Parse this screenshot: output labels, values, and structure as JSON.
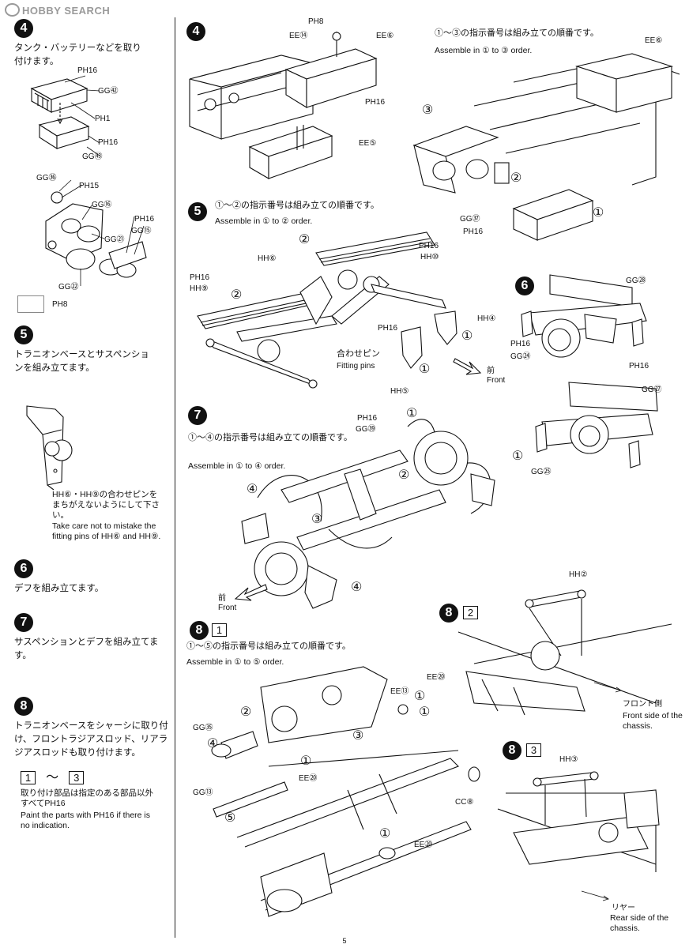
{
  "header": {
    "site_logo": "HOBBY SEARCH"
  },
  "left": {
    "step4": {
      "num": "4",
      "jp": "タンク・バッテリーなどを取り付けます。",
      "labels": {
        "ph16a": "PH16",
        "gg42": "GG㊷",
        "ph1": "PH1",
        "ph16b": "PH16",
        "gg43": "GG㊸",
        "gg36": "GG㊱",
        "ph15": "PH15",
        "gg16": "GG⑯",
        "ph16c": "PH16",
        "gg15": "GG⑮",
        "gg21": "GG㉑",
        "gg22": "GG㉒",
        "ph8": "PH8"
      }
    },
    "step5": {
      "num": "5",
      "jp": "トラニオンベースとサスペンションを組み立てます。",
      "note_jp": "HH⑥・HH⑨の合わせピンをまちがえないようにして下さい。",
      "note_en": "Take care not to mistake the fitting pins of HH⑥ and HH⑨."
    },
    "step6": {
      "num": "6",
      "jp": "デフを組み立てます。"
    },
    "step7": {
      "num": "7",
      "jp": "サスペンションとデフを組み立てます。"
    },
    "step8": {
      "num": "8",
      "jp": "トラニオンベースをシャーシに取り付け、フロントラジアスロッド、リアラジアスロッドも取り付けます。",
      "range_a": "1",
      "range_sep": "〜",
      "range_b": "3",
      "paint_jp": "取り付け部品は指定のある部品以外すべてPH16",
      "paint_en": "Paint the parts with PH16 if there is no indication."
    }
  },
  "right": {
    "d4": {
      "num": "4",
      "labels": {
        "ph8": "PH8",
        "ee14": "EE⑭",
        "ee6": "EE⑥",
        "ph16": "PH16",
        "ee5": "EE⑤"
      }
    },
    "d4b": {
      "order_jp": "①〜③の指示番号は組み立ての順番です。",
      "order_en": "Assemble in ① to ③ order.",
      "labels": {
        "ee6": "EE⑥",
        "gg37": "GG㊲",
        "ph16": "PH16",
        "n1": "①",
        "n2": "②",
        "n3": "③"
      }
    },
    "d5": {
      "num": "5",
      "order_jp": "①〜②の指示番号は組み立ての順番です。",
      "order_en": "Assemble in ① to ② order.",
      "labels": {
        "ph16a": "PH16",
        "hh10": "HH⑩",
        "hh6": "HH⑥",
        "ph16b": "PH16",
        "hh9": "HH⑨",
        "n2a": "②",
        "n2b": "②",
        "hh4": "HH④",
        "ph16c": "PH16",
        "pins_jp": "合わせピン",
        "pins_en": "Fitting pins",
        "n1a": "①",
        "n1b": "①",
        "hh5": "HH⑤",
        "front_jp": "前",
        "front_en": "Front"
      }
    },
    "d6": {
      "num": "6",
      "labels": {
        "gg28": "GG㉘",
        "ph16a": "PH16",
        "gg24": "GG㉔",
        "ph16b": "PH16",
        "gg27": "GG㉗",
        "gg25": "GG㉕"
      }
    },
    "d7": {
      "num": "7",
      "order_jp": "①〜④の指示番号は組み立ての順番です。",
      "order_en": "Assemble in ① to ④ order.",
      "labels": {
        "ph16": "PH16",
        "gg39": "GG㊴",
        "n1a": "①",
        "n1b": "①",
        "n2": "②",
        "n3": "③",
        "n4a": "④",
        "n4b": "④",
        "front_jp": "前",
        "front_en": "Front"
      }
    },
    "d81": {
      "num": "8",
      "box": "1",
      "order_jp": "①〜⑤の指示番号は組み立ての順番です。",
      "order_en": "Assemble in ① to ⑤ order.",
      "labels": {
        "ee20a": "EE⑳",
        "ee13": "EE⑬",
        "gg35": "GG㉟",
        "n2": "②",
        "n4": "④",
        "n3": "③",
        "n1a": "①",
        "n1b": "①",
        "ee20b": "EE⑳",
        "gg13": "GG⑬",
        "n5": "⑤",
        "cc8": "CC⑧",
        "n1c": "①",
        "ee20c": "EE⑳"
      }
    },
    "d82": {
      "num": "8",
      "box": "2",
      "labels": {
        "hh2": "HH②",
        "front_side_jp": "フロント側",
        "front_side_en": "Front side of the chassis."
      }
    },
    "d83": {
      "num": "8",
      "box": "3",
      "labels": {
        "hh3": "HH③",
        "rear_jp": "リヤー",
        "rear_en": "Rear side of the chassis."
      }
    }
  },
  "page_number": "5"
}
